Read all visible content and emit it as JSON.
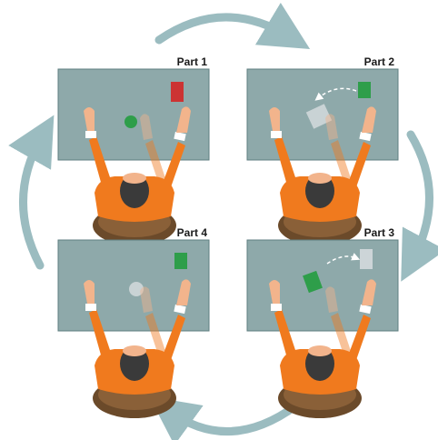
{
  "panels": [
    {
      "label": "Part 1"
    },
    {
      "label": "Part 2"
    },
    {
      "label": "Part 3"
    },
    {
      "label": "Part 4"
    }
  ],
  "colors": {
    "table": "#8ea9aa",
    "table_border": "#5f7e80",
    "cycle_arrow": "#9bbcc0",
    "shirt": "#f07a1e",
    "shirt_dark": "#c85a0e",
    "skin": "#f2b48c",
    "hair": "#3a3a3a",
    "chair": "#6b4a2a",
    "red_card": "#cc3333",
    "green_card": "#2e9e4a"
  }
}
